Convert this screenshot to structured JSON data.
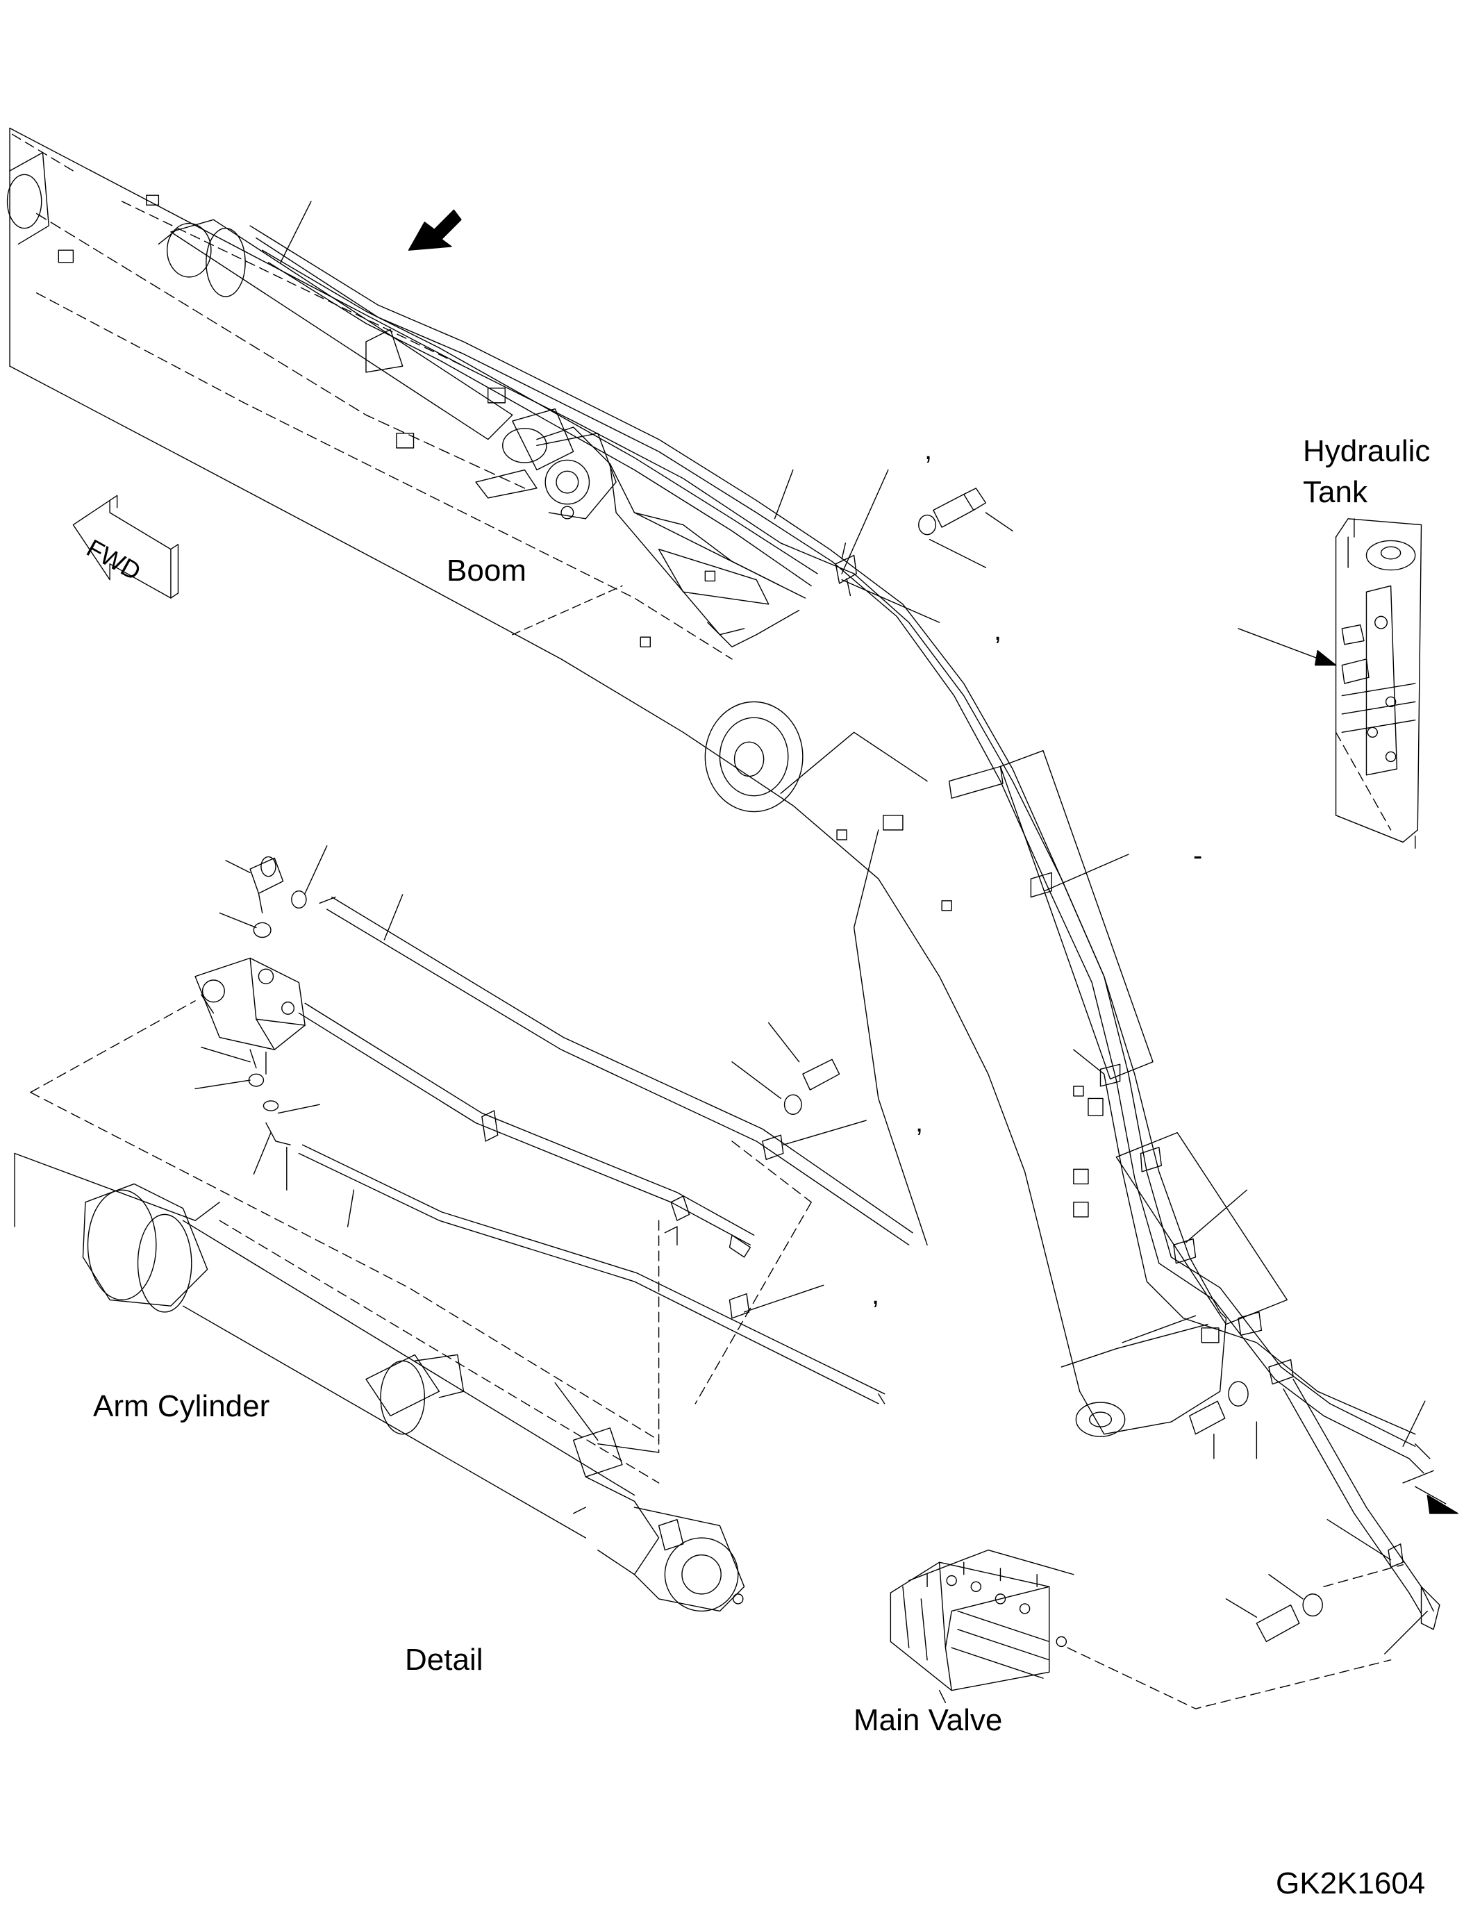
{
  "labels": {
    "boom": "Boom",
    "hydraulic_tank_line1": "Hydraulic",
    "hydraulic_tank_line2": "Tank",
    "arm_cylinder": "Arm Cylinder",
    "detail": "Detail",
    "main_valve": "Main Valve",
    "drawing_code": "GK2K1604",
    "fwd_arrow": "FWD"
  },
  "marks": {
    "comma_1": ",",
    "comma_2": ",",
    "comma_3": ",",
    "comma_4": ",",
    "dash_1": "-"
  },
  "colors": {
    "line": "#000000",
    "background": "#ffffff"
  }
}
